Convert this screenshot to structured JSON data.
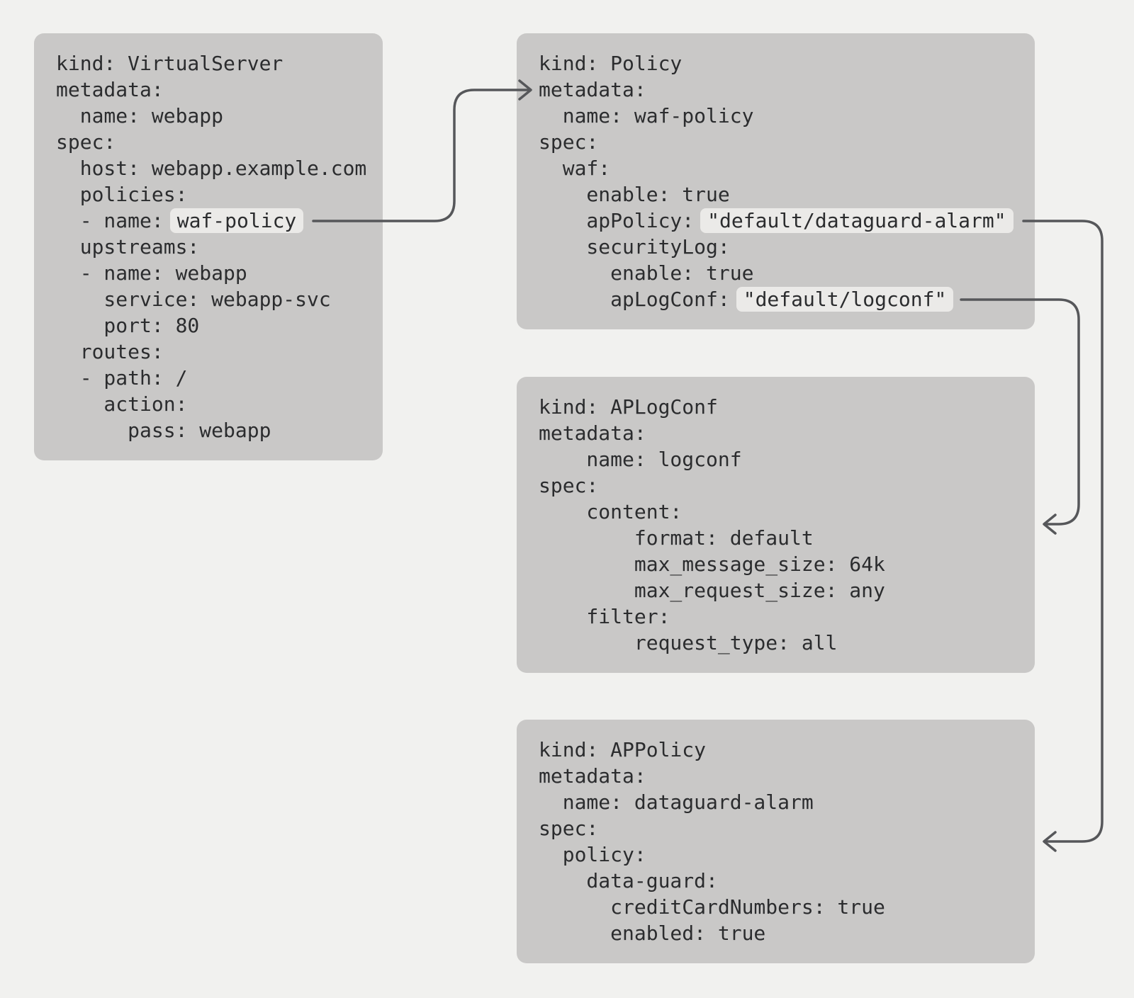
{
  "diagram": {
    "background_color": "#f1f1ef",
    "box_background_color": "#c9c8c7",
    "chip_background_color": "#ebeae8",
    "text_color": "#2b2c2e",
    "connector_color": "#56575a"
  },
  "boxes": [
    {
      "id": "virtualserver",
      "kind": "VirtualServer",
      "lines": [
        {
          "pre": "kind: VirtualServer"
        },
        {
          "pre": "metadata:"
        },
        {
          "pre": "  name: webapp"
        },
        {
          "pre": "spec:"
        },
        {
          "pre": "  host: webapp.example.com"
        },
        {
          "pre": "  policies:"
        },
        {
          "pre": "  - name:",
          "chip": "waf-policy",
          "chip_name": "waf-policy-ref-chip"
        },
        {
          "pre": "  upstreams:"
        },
        {
          "pre": "  - name: webapp"
        },
        {
          "pre": "    service: webapp-svc"
        },
        {
          "pre": "    port: 80"
        },
        {
          "pre": "  routes:"
        },
        {
          "pre": "  - path: /"
        },
        {
          "pre": "    action:"
        },
        {
          "pre": "      pass: webapp"
        }
      ]
    },
    {
      "id": "policy",
      "kind": "Policy",
      "lines": [
        {
          "pre": "kind: Policy"
        },
        {
          "pre": "metadata:"
        },
        {
          "pre": "  name: waf-policy"
        },
        {
          "pre": "spec:"
        },
        {
          "pre": "  waf:"
        },
        {
          "pre": "    enable: true"
        },
        {
          "pre": "    apPolicy:",
          "chip": "\"default/dataguard-alarm\"",
          "chip_name": "appolicy-ref-chip"
        },
        {
          "pre": "    securityLog:"
        },
        {
          "pre": "      enable: true"
        },
        {
          "pre": "      apLogConf:",
          "chip": "\"default/logconf\"",
          "chip_name": "aplogconf-ref-chip"
        }
      ]
    },
    {
      "id": "aplogconf",
      "kind": "APLogConf",
      "lines": [
        {
          "pre": "kind: APLogConf"
        },
        {
          "pre": "metadata:"
        },
        {
          "pre": "    name: logconf"
        },
        {
          "pre": "spec:"
        },
        {
          "pre": "    content:"
        },
        {
          "pre": "        format: default"
        },
        {
          "pre": "        max_message_size: 64k"
        },
        {
          "pre": "        max_request_size: any"
        },
        {
          "pre": "    filter:"
        },
        {
          "pre": "        request_type: all"
        }
      ]
    },
    {
      "id": "appolicy",
      "kind": "APPolicy",
      "lines": [
        {
          "pre": "kind: APPolicy"
        },
        {
          "pre": "metadata:"
        },
        {
          "pre": "  name: dataguard-alarm"
        },
        {
          "pre": "spec:"
        },
        {
          "pre": "  policy:"
        },
        {
          "pre": "    data-guard:"
        },
        {
          "pre": "      creditCardNumbers: true"
        },
        {
          "pre": "      enabled: true"
        }
      ]
    }
  ],
  "connectors": [
    {
      "id": "waf-policy-to-policy",
      "from": "waf-policy",
      "to": "Policy"
    },
    {
      "id": "appolicy-to-appolicy-box",
      "from": "\"default/dataguard-alarm\"",
      "to": "APPolicy"
    },
    {
      "id": "aplogconf-to-aplogconf-box",
      "from": "\"default/logconf\"",
      "to": "APLogConf"
    }
  ]
}
